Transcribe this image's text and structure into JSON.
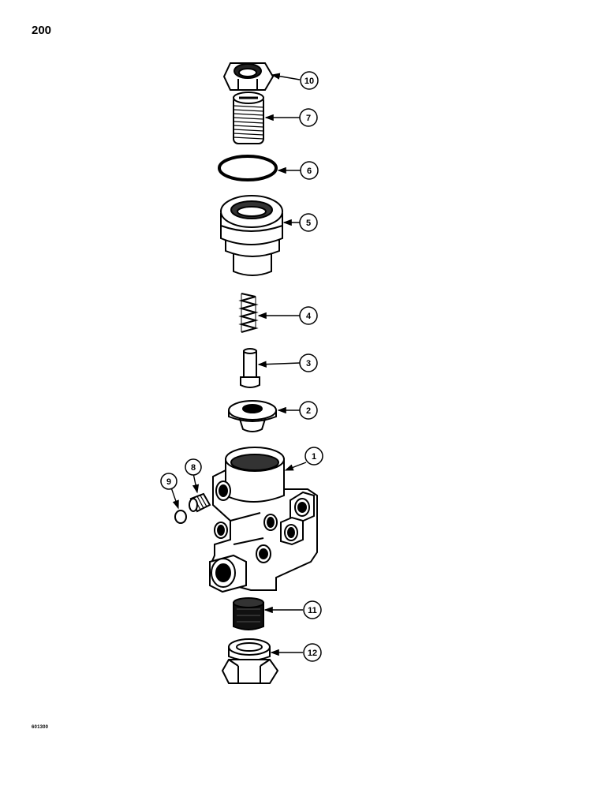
{
  "page": {
    "number": "200",
    "figure_code": "601300"
  },
  "colors": {
    "ink": "#000000",
    "paper": "#ffffff"
  },
  "diagram": {
    "type": "exploded-parts-view",
    "callouts": [
      {
        "label": "10"
      },
      {
        "label": "7"
      },
      {
        "label": "6"
      },
      {
        "label": "5"
      },
      {
        "label": "4"
      },
      {
        "label": "3"
      },
      {
        "label": "2"
      },
      {
        "label": "1"
      },
      {
        "label": "8"
      },
      {
        "label": "9"
      },
      {
        "label": "11"
      },
      {
        "label": "12"
      }
    ]
  }
}
